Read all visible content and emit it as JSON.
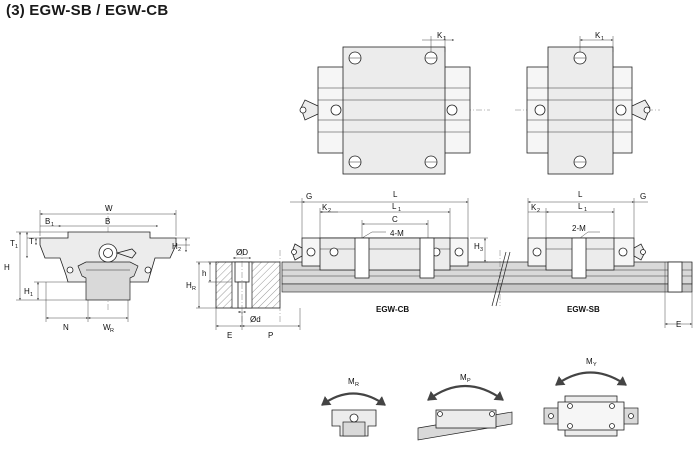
{
  "title": "(3) EGW-SB / EGW-CB",
  "labels": {
    "W": "W",
    "B": "B",
    "B1": "B",
    "T": "T",
    "T1": "T",
    "H": "H",
    "H1": "H",
    "H2": "H",
    "N": "N",
    "WR": "W",
    "phiD": "ØD",
    "phid": "Ød",
    "h": "h",
    "HR": "H",
    "E": "E",
    "P": "P",
    "G": "G",
    "L": "L",
    "L1": "L",
    "K1": "K",
    "K2": "K",
    "C": "C",
    "H3": "H",
    "M4": "4-M",
    "M2": "2-M",
    "EGWCB": "EGW-CB",
    "EGWSB": "EGW-SB",
    "MR": "M",
    "MP": "M",
    "MY": "M"
  },
  "subscripts": {
    "B1": "1",
    "T1": "1",
    "H1": "1",
    "H2": "2",
    "WR": "R",
    "HR": "R",
    "L1": "1",
    "K1": "1",
    "K2": "2",
    "H3": "3",
    "MR": "R",
    "MP": "P",
    "MY": "Y"
  }
}
